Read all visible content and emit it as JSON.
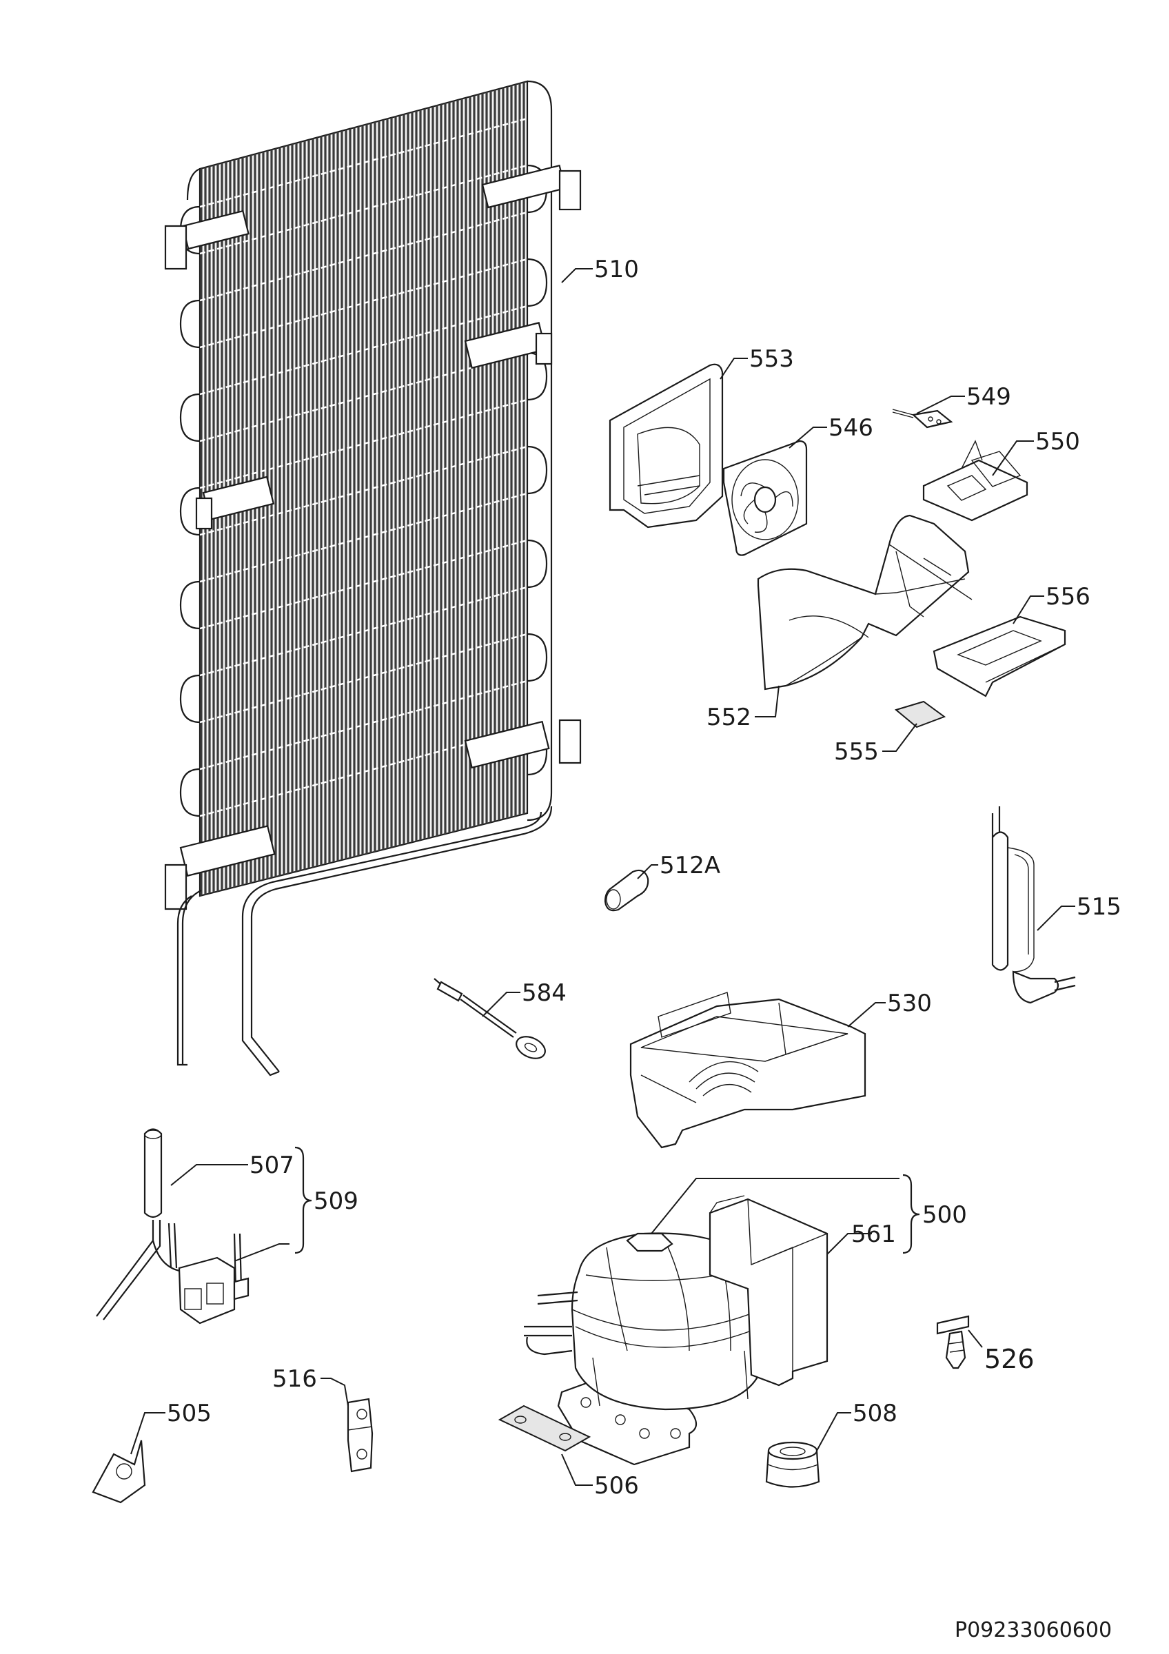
{
  "doc_code": "P09233060600",
  "colors": {
    "line": "#1a1a1a",
    "fill": "#ffffff",
    "shade": "#e6e6e6",
    "coil": "#3a3a3a"
  },
  "parts": [
    {
      "ref": "510",
      "name": "condenser"
    },
    {
      "ref": "553",
      "name": "fan-cover"
    },
    {
      "ref": "549",
      "name": "thermal-sensor"
    },
    {
      "ref": "546",
      "name": "fan"
    },
    {
      "ref": "550",
      "name": "sensor-bracket"
    },
    {
      "ref": "556",
      "name": "drawer"
    },
    {
      "ref": "552",
      "name": "air-duct"
    },
    {
      "ref": "555",
      "name": "filter-pad"
    },
    {
      "ref": "512A",
      "name": "connector-sleeve"
    },
    {
      "ref": "515",
      "name": "heater-element"
    },
    {
      "ref": "584",
      "name": "temperature-probe"
    },
    {
      "ref": "530",
      "name": "drip-tray"
    },
    {
      "ref": "507",
      "name": "dryer-filter"
    },
    {
      "ref": "509",
      "name": "dryer-kit-group"
    },
    {
      "ref": "500",
      "name": "compressor-group"
    },
    {
      "ref": "561",
      "name": "starter-box"
    },
    {
      "ref": "526",
      "name": "push-rivet"
    },
    {
      "ref": "516",
      "name": "pipe-clip"
    },
    {
      "ref": "505",
      "name": "mounting-plate"
    },
    {
      "ref": "508",
      "name": "rubber-grommet"
    },
    {
      "ref": "506",
      "name": "base-gasket"
    }
  ]
}
